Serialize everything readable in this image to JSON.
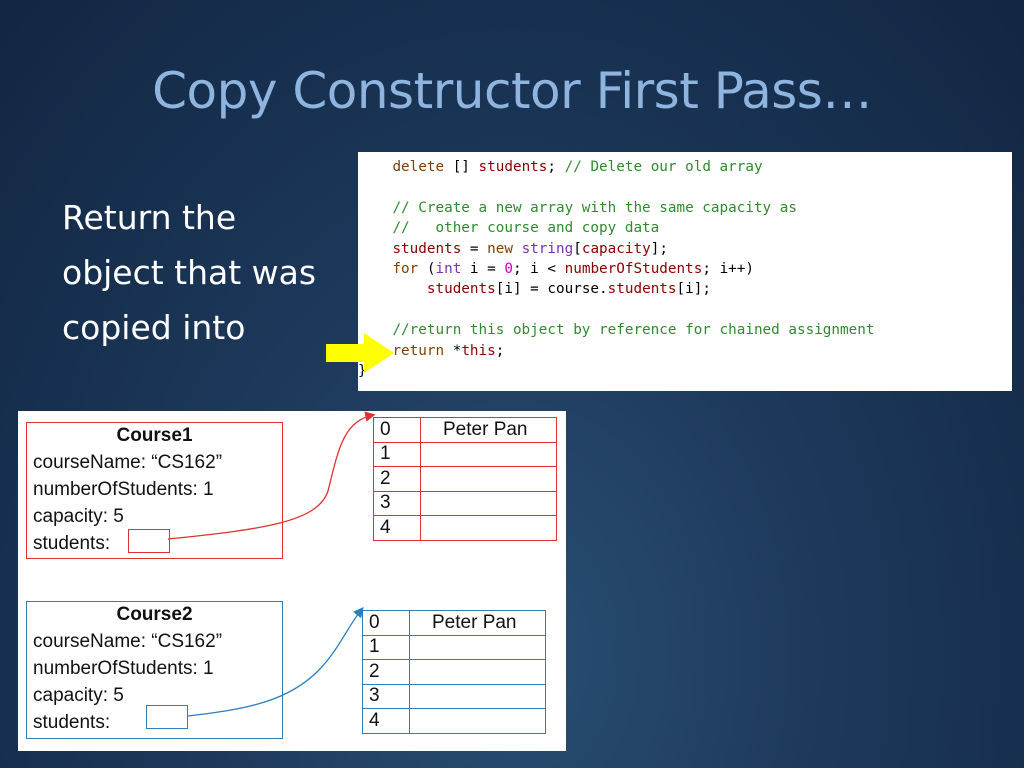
{
  "slide": {
    "title": "Copy Constructor First Pass…",
    "body_lines": [
      "Return the",
      "object that was",
      "copied into"
    ]
  },
  "code": {
    "lines": [
      [
        {
          "t": "    "
        },
        {
          "t": "delete",
          "c": "kw"
        },
        {
          "t": " [] "
        },
        {
          "t": "students",
          "c": "vr"
        },
        {
          "t": "; "
        },
        {
          "t": "// Delete our old array",
          "c": "cm"
        }
      ],
      [
        {
          "t": " "
        }
      ],
      [
        {
          "t": "    "
        },
        {
          "t": "// Create a new array with the same capacity as",
          "c": "cm"
        }
      ],
      [
        {
          "t": "    "
        },
        {
          "t": "//   other course and copy data",
          "c": "cm"
        }
      ],
      [
        {
          "t": "    "
        },
        {
          "t": "students",
          "c": "vr"
        },
        {
          "t": " = "
        },
        {
          "t": "new",
          "c": "kw"
        },
        {
          "t": " "
        },
        {
          "t": "string",
          "c": "ty"
        },
        {
          "t": "["
        },
        {
          "t": "capacity",
          "c": "vr"
        },
        {
          "t": "];"
        }
      ],
      [
        {
          "t": "    "
        },
        {
          "t": "for",
          "c": "kw"
        },
        {
          "t": " ("
        },
        {
          "t": "int",
          "c": "ty"
        },
        {
          "t": " i = "
        },
        {
          "t": "0",
          "c": "nm"
        },
        {
          "t": "; i < "
        },
        {
          "t": "numberOfStudents",
          "c": "vr"
        },
        {
          "t": "; i++)"
        }
      ],
      [
        {
          "t": "        "
        },
        {
          "t": "students",
          "c": "vr"
        },
        {
          "t": "[i] = course."
        },
        {
          "t": "students",
          "c": "vr"
        },
        {
          "t": "[i];"
        }
      ],
      [
        {
          "t": " "
        }
      ],
      [
        {
          "t": "    "
        },
        {
          "t": "//return this object by reference for chained assignment",
          "c": "cm"
        }
      ],
      [
        {
          "t": "    "
        },
        {
          "t": "return",
          "c": "kw"
        },
        {
          "t": " *"
        },
        {
          "t": "this",
          "c": "vr"
        },
        {
          "t": ";"
        }
      ],
      [
        {
          "t": "}"
        }
      ]
    ]
  },
  "diagram": {
    "course1": {
      "title": "Course1",
      "rows": [
        "courseName: “CS162”",
        "numberOfStudents:  1",
        "capacity: 5",
        "students:"
      ],
      "array_indices": [
        "0",
        "1",
        "2",
        "3",
        "4"
      ],
      "array_values": [
        "Peter Pan",
        "",
        "",
        "",
        ""
      ]
    },
    "course2": {
      "title": "Course2",
      "rows": [
        "courseName: “CS162”",
        "numberOfStudents:  1",
        "capacity: 5",
        "students:"
      ],
      "array_indices": [
        "0",
        "1",
        "2",
        "3",
        "4"
      ],
      "array_values": [
        "Peter Pan",
        "",
        "",
        "",
        ""
      ]
    }
  },
  "colors": {
    "title": "#8fb4de",
    "arrow": "#ffff00",
    "course1_border": "#e03030",
    "course2_border": "#2a7fc0"
  }
}
